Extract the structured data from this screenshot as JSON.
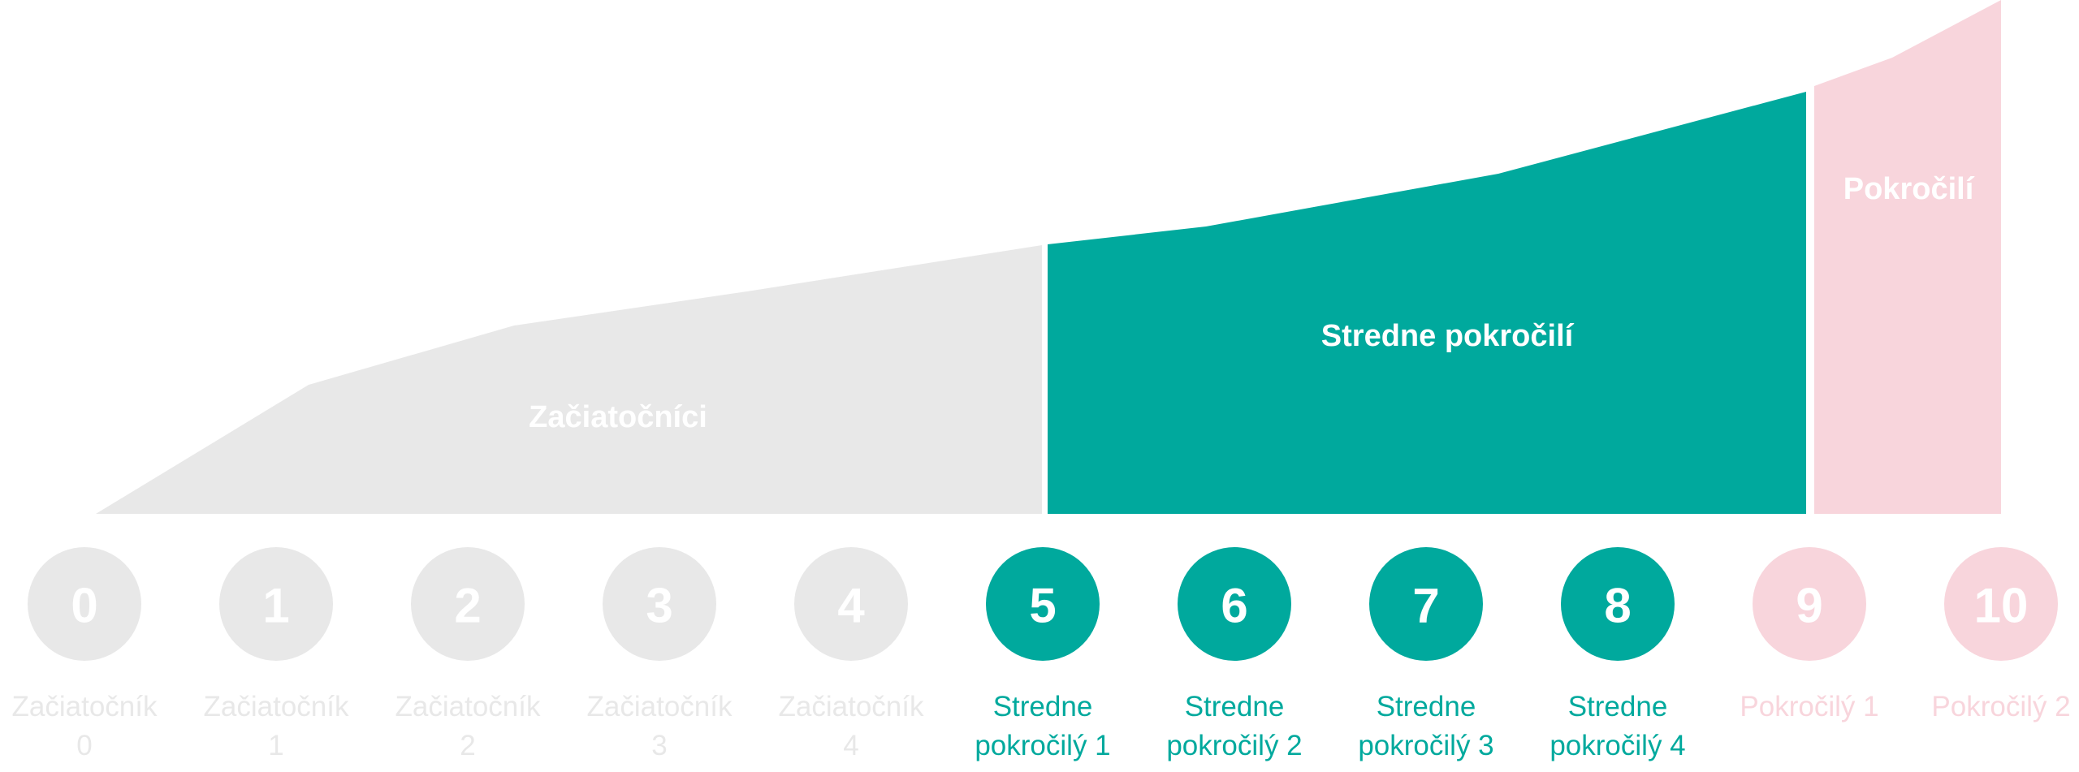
{
  "colors": {
    "beginner": "#e8e8e8",
    "intermediate": "#00a99d",
    "advanced": "#f8d5dc"
  },
  "bands": [
    {
      "key": "beginner",
      "label": "Začiatočníci"
    },
    {
      "key": "intermediate",
      "label": "Stredne pokročilí"
    },
    {
      "key": "advanced",
      "label": "Pokročilí"
    }
  ],
  "levels": [
    {
      "number": "0",
      "caption": [
        "Začiatočník",
        "0"
      ],
      "band": "beginner"
    },
    {
      "number": "1",
      "caption": [
        "Začiatočník",
        "1"
      ],
      "band": "beginner"
    },
    {
      "number": "2",
      "caption": [
        "Začiatočník",
        "2"
      ],
      "band": "beginner"
    },
    {
      "number": "3",
      "caption": [
        "Začiatočník",
        "3"
      ],
      "band": "beginner"
    },
    {
      "number": "4",
      "caption": [
        "Začiatočník",
        "4"
      ],
      "band": "beginner"
    },
    {
      "number": "5",
      "caption": [
        "Stredne",
        "pokročilý 1"
      ],
      "band": "intermediate"
    },
    {
      "number": "6",
      "caption": [
        "Stredne",
        "pokročilý 2"
      ],
      "band": "intermediate"
    },
    {
      "number": "7",
      "caption": [
        "Stredne",
        "pokročilý 3"
      ],
      "band": "intermediate"
    },
    {
      "number": "8",
      "caption": [
        "Stredne",
        "pokročilý 4"
      ],
      "band": "intermediate"
    },
    {
      "number": "9",
      "caption": [
        "Pokročilý 1"
      ],
      "band": "advanced"
    },
    {
      "number": "10",
      "caption": [
        "Pokročilý 2"
      ],
      "band": "advanced"
    }
  ]
}
